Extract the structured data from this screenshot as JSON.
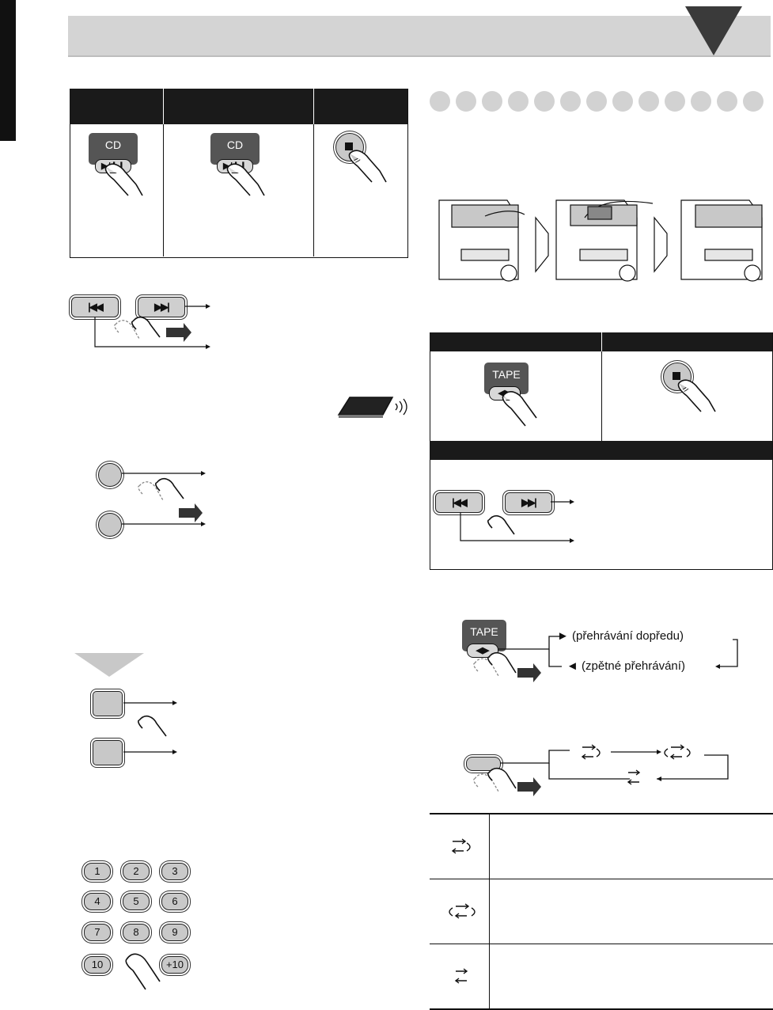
{
  "cd_label": "CD",
  "play_pause_label": "▶/❙❙",
  "tape_label": "TAPE",
  "tape_dir_label": "◀▶",
  "prev_label": "|◀◀",
  "next_label": "▶▶|",
  "numpad": [
    "1",
    "2",
    "3",
    "4",
    "5",
    "6",
    "7",
    "8",
    "9",
    "10",
    "+10"
  ],
  "playback_forward": "(přehrávání dopředu)",
  "playback_reverse": "(zpětné přehrávání)",
  "fwd_arrow": "►",
  "rev_arrow": "◄",
  "icons": [
    "stop-icon",
    "finger-icon",
    "remote-sensor-icon",
    "reverse-mode-icon",
    "arrow-icon"
  ]
}
